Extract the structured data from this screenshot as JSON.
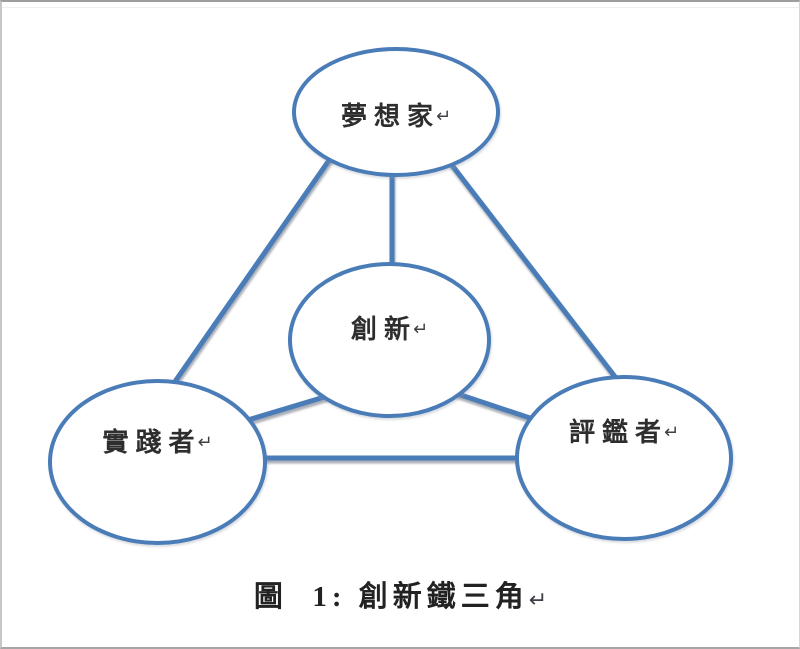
{
  "diagram": {
    "accent_color": "#4a7cb8",
    "text_color": "#2e2e2e",
    "return_mark": "↵",
    "nodes": {
      "dreamer": {
        "label": "夢想家"
      },
      "innovation": {
        "label": "創新"
      },
      "practitioner": {
        "label": "實踐者"
      },
      "evaluator": {
        "label": "評鑑者"
      }
    },
    "edges": [
      "dreamer-practitioner",
      "dreamer-evaluator",
      "dreamer-innovation",
      "innovation-practitioner",
      "innovation-evaluator",
      "practitioner-evaluator"
    ]
  },
  "caption": {
    "text": "圖  1: 創新鐵三角",
    "return_mark": "↵"
  }
}
